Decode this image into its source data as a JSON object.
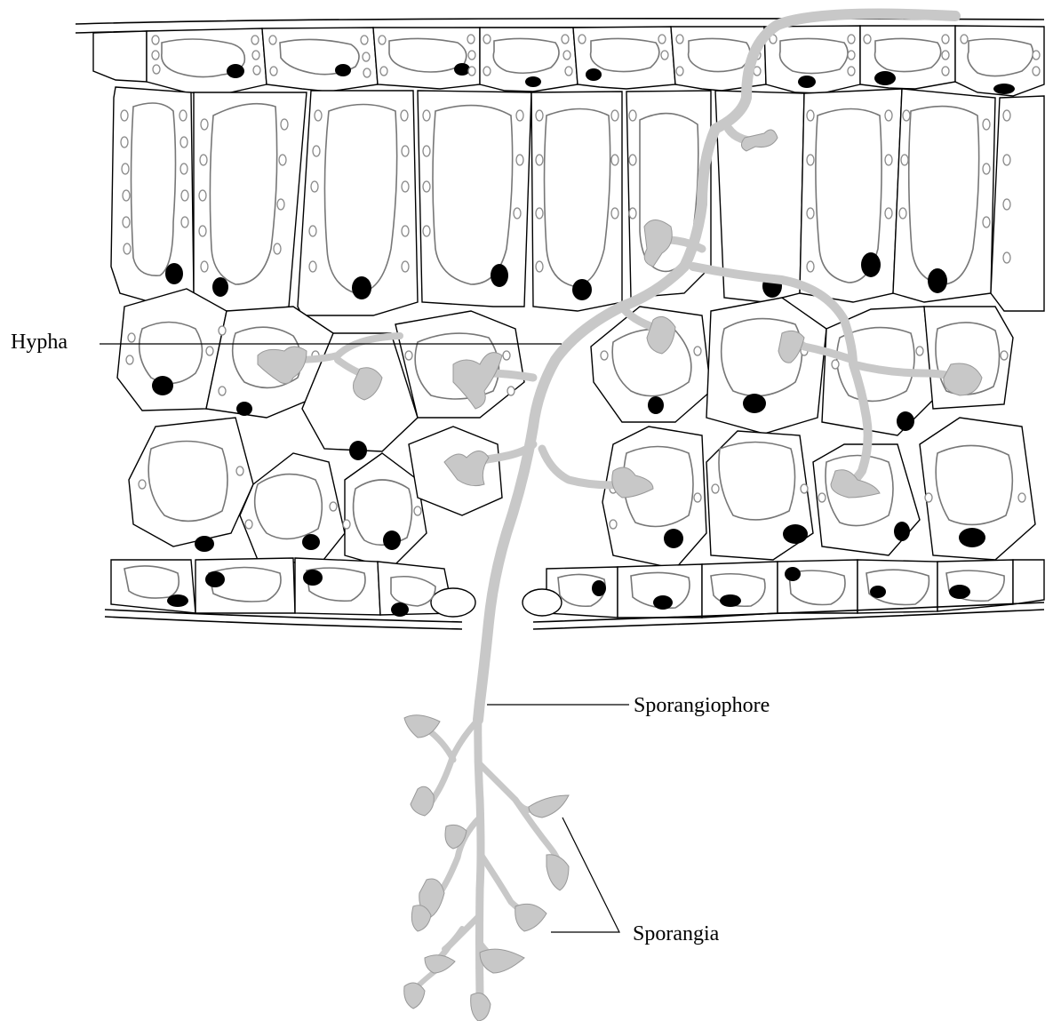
{
  "diagram": {
    "labels": {
      "hypha": "Hypha",
      "sporangiophore": "Sporangiophore",
      "sporangia": "Sporangia"
    },
    "colors": {
      "fungus": "#c8c8c8",
      "nucleus": "#000000",
      "cell_wall": "#000000",
      "vacuole_outline": "#777777"
    }
  }
}
